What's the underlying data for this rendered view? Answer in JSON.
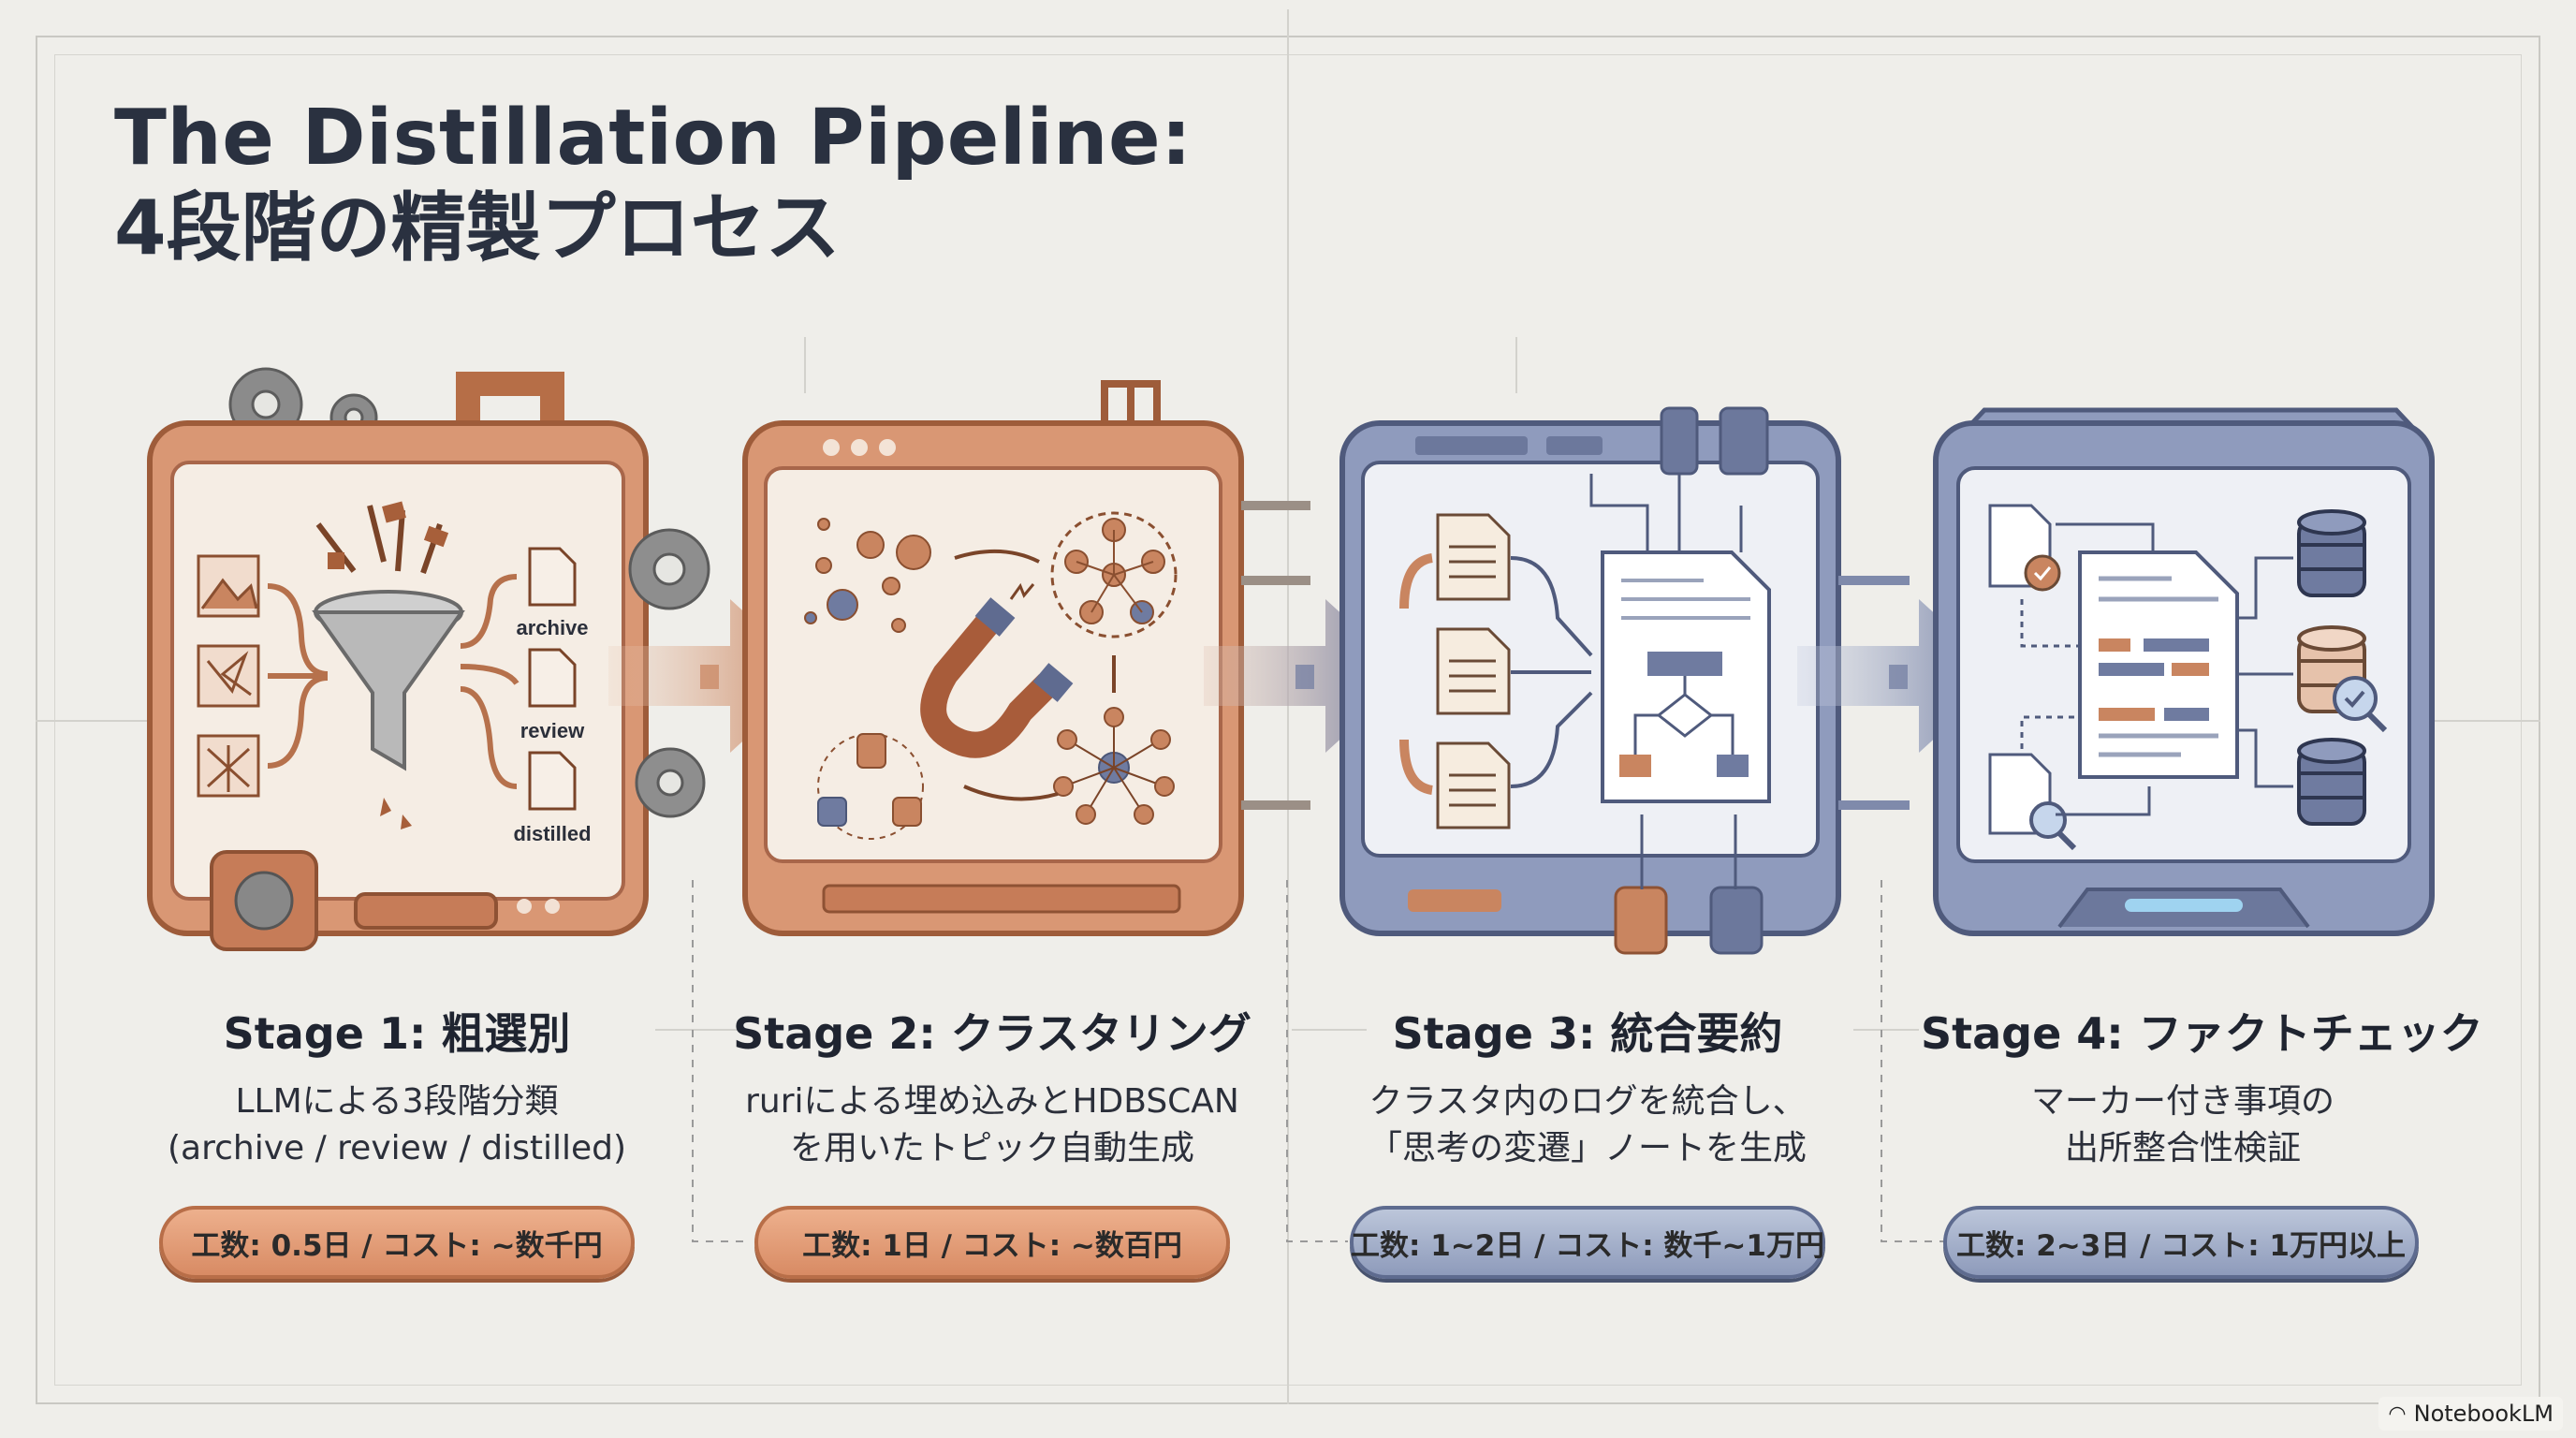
{
  "title": {
    "line1": "The Distillation Pipeline:",
    "line2": "4段階の精製プロセス"
  },
  "stages": [
    {
      "title": "Stage 1: 粗選別",
      "desc_line1": "LLMによる3段階分類",
      "desc_line2": "(archive / review / distilled)",
      "cost": "工数: 0.5日 / コスト: ~数千円",
      "outputs": [
        "archive",
        "review",
        "distilled"
      ],
      "theme": "copper",
      "icon": "funnel-icon"
    },
    {
      "title": "Stage 2: クラスタリング",
      "desc_line1": "ruriによる埋め込みとHDBSCAN",
      "desc_line2": "を用いたトピック自動生成",
      "cost": "工数: 1日 / コスト: ~数百円",
      "theme": "copper",
      "icon": "magnet-icon"
    },
    {
      "title": "Stage 3: 統合要約",
      "desc_line1": "クラスタ内のログを統合し、",
      "desc_line2": "「思考の変遷」ノートを生成",
      "cost": "工数: 1~2日 / コスト: 数千~1万円",
      "theme": "steel",
      "icon": "document-merge-icon"
    },
    {
      "title": "Stage 4: ファクトチェック",
      "desc_line1": "マーカー付き事項の",
      "desc_line2": "出所整合性検証",
      "cost": "工数: 2~3日 / コスト: 1万円以上",
      "theme": "steel",
      "icon": "database-check-icon"
    }
  ],
  "colors": {
    "copper": "#c98560",
    "copper_dark": "#a5623f",
    "steel": "#6f7ba0",
    "steel_dark": "#4c5778",
    "panel": "#f6f1ea",
    "background": "#efeeea"
  },
  "badge": {
    "label": "NotebookLM",
    "icon": "notebooklm-logo-icon"
  }
}
